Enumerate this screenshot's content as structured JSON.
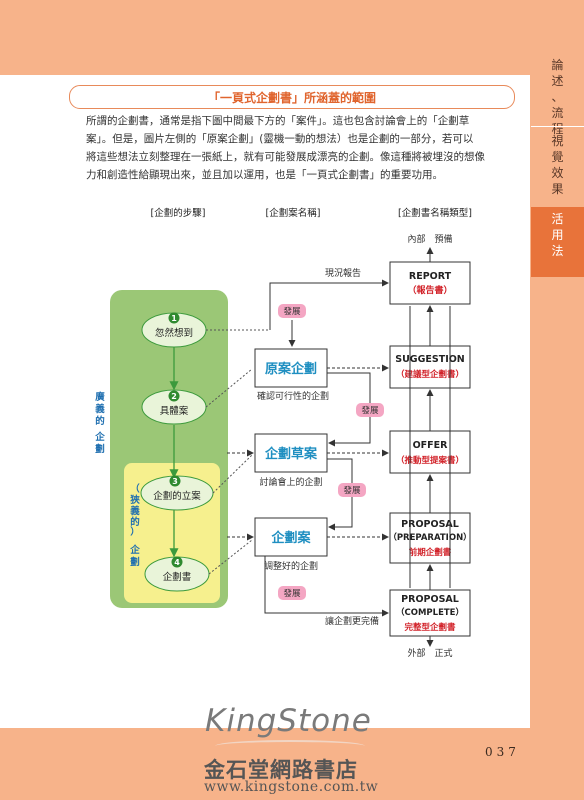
{
  "section_title": "「一頁式企劃書」所涵蓋的範圍",
  "paragraph_lines": [
    "所謂的企劃書，通常是指下圖中間最下方的「案件」。這也包含討論會上的「企劃草",
    "案」。但是，圖片左側的「原案企劃」(靈機一動的想法）也是企劃的一部分，若可以",
    "將這些想法立刻整理在一張紙上，就有可能發展成漂亮的企劃。像這種將被埋沒的想像",
    "力和創造性給顯現出來，並且加以運用，也是「一頁式企劃書」的重要功用。"
  ],
  "side_nav": [
    {
      "lines": [
        "論",
        "述",
        "、",
        "流",
        "程"
      ],
      "active": false
    },
    {
      "lines": [
        "視",
        "覺",
        "效",
        "果"
      ],
      "active": false
    },
    {
      "lines": [
        "活",
        "用",
        "法"
      ],
      "active": true
    }
  ],
  "diagram": {
    "col_headers": [
      "[企劃的步驟]",
      "[企劃案名稱]",
      "[企劃書名稱類型]"
    ],
    "broad_label": [
      "廣",
      "義",
      "的",
      "企",
      "劃"
    ],
    "narrow_label": [
      "（",
      "狹",
      "義",
      "的",
      "）",
      "企",
      "劃"
    ],
    "steps": [
      {
        "num": "1",
        "label": "忽然想到"
      },
      {
        "num": "2",
        "label": "具體案"
      },
      {
        "num": "3",
        "label": "企劃的立案"
      },
      {
        "num": "4",
        "label": "企劃書"
      }
    ],
    "plans": [
      {
        "name": "原案企劃",
        "caption": "確認可行性的企劃"
      },
      {
        "name": "企劃草案",
        "caption": "討論會上的企劃"
      },
      {
        "name": "企劃案",
        "caption": "調整好的企劃"
      }
    ],
    "doc_types": [
      {
        "en": "REPORT",
        "zh": "（報告書）"
      },
      {
        "en": "SUGGESTION",
        "zh": "（建議型企劃書）"
      },
      {
        "en": "OFFER",
        "zh": "（推動型提案書）"
      },
      {
        "en": "PROPOSAL",
        "en2": "（PREPARATION）",
        "zh": "前期企劃書"
      },
      {
        "en": "PROPOSAL",
        "en2": "（COMPLETE）",
        "zh": "完整型企劃書"
      }
    ],
    "develop_label": "發展",
    "top_note": "內部　預備",
    "bottom_note": "外部　正式",
    "report_note": "現況報告",
    "perfect_note": "讓企劃更完備"
  },
  "page_number": "037",
  "logo": {
    "text": "KingStone",
    "cn": "金石堂網路書店",
    "url": "www.kingstone.com.tw"
  },
  "colors": {
    "accent": "#e0652e",
    "side_active": "#e8733a",
    "green_panel": "#9bc776",
    "yellow_panel": "#f6f08e",
    "plan_text": "#1f8fc1",
    "develop_pink": "#f4a6c3",
    "doc_red": "#d2232a"
  }
}
